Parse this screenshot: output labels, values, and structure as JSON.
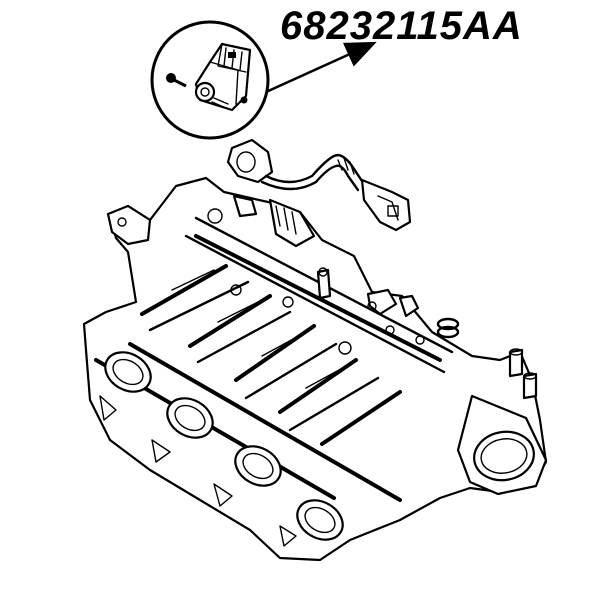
{
  "diagram": {
    "type": "exploded-parts-illustration",
    "part_number": "68232115AA",
    "callout": {
      "shape": "circle",
      "contents": "sensor-with-mounting-screw"
    },
    "components": [
      "manifold-pressure-sensor",
      "mounting-screw",
      "wiring-harness-connector",
      "intake-manifold",
      "o-ring-seal",
      "throttle-body-flange"
    ],
    "colors": {
      "ink": "#000000",
      "background": "#ffffff"
    }
  }
}
